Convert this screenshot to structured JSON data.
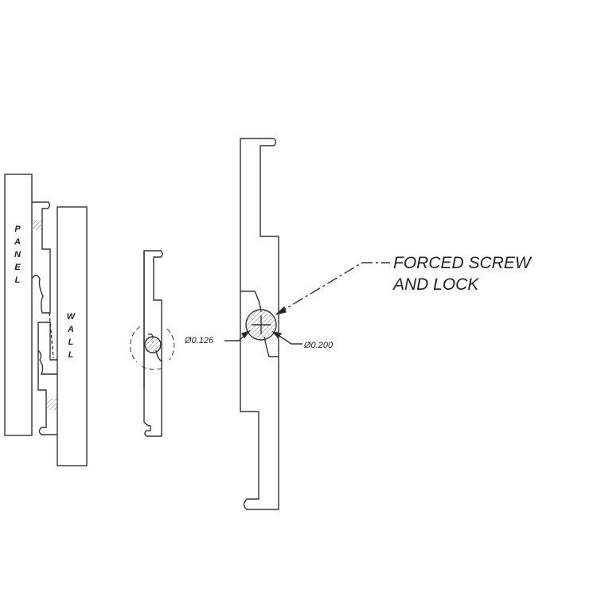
{
  "labels": {
    "panel": "PANEL",
    "wall": "WALL",
    "callout_line1": "FORCED SCREW",
    "callout_line2": "AND LOCK",
    "dim_small": "Ø0.126",
    "dim_large": "Ø0.200"
  },
  "colors": {
    "line": "#333333",
    "hatch": "#888888"
  }
}
